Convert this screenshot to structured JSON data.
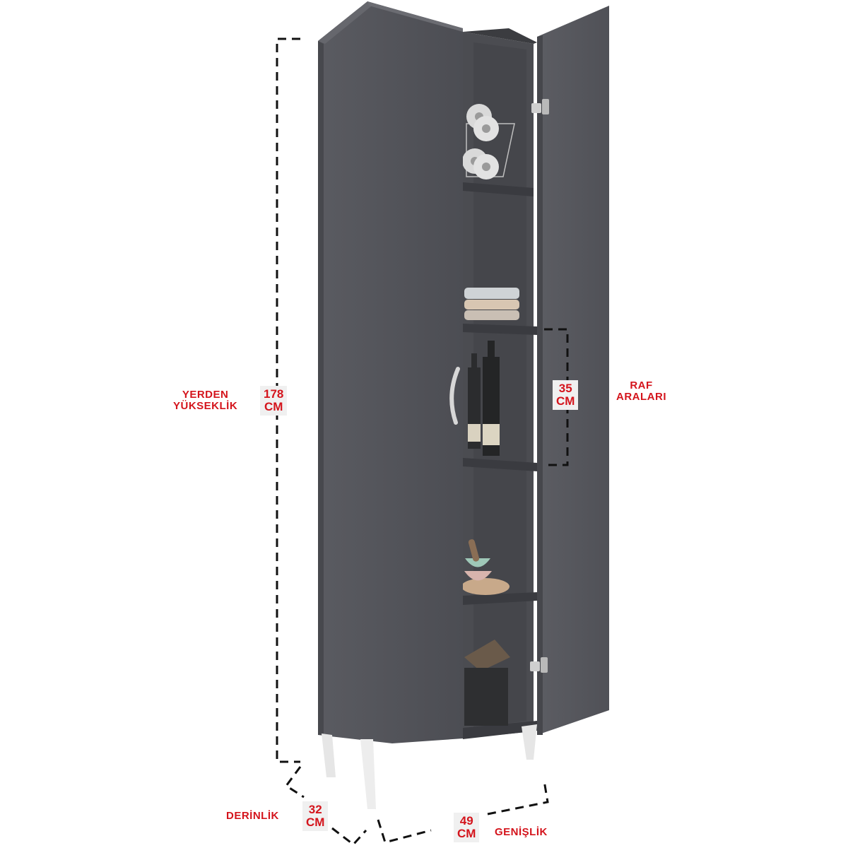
{
  "colors": {
    "cabinet": "#55565c",
    "cabinet_dark": "#3f4045",
    "interior": "#4a4b50",
    "accent_red": "#d4141c",
    "dimension_line": "#111111"
  },
  "labels": {
    "height_caption": [
      "YERDEN",
      "YÜKSEKLİK"
    ],
    "height_value": [
      "178",
      "CM"
    ],
    "shelf_caption": [
      "RAF",
      "ARALARI"
    ],
    "shelf_value": [
      "35",
      "CM"
    ],
    "depth_caption": "DERİNLİK",
    "depth_value": [
      "32",
      "CM"
    ],
    "width_value": [
      "49",
      "CM"
    ],
    "width_caption": "GENİŞLİK"
  },
  "icons": {
    "handle": "door-handle-icon",
    "hinge": "hinge-icon"
  }
}
